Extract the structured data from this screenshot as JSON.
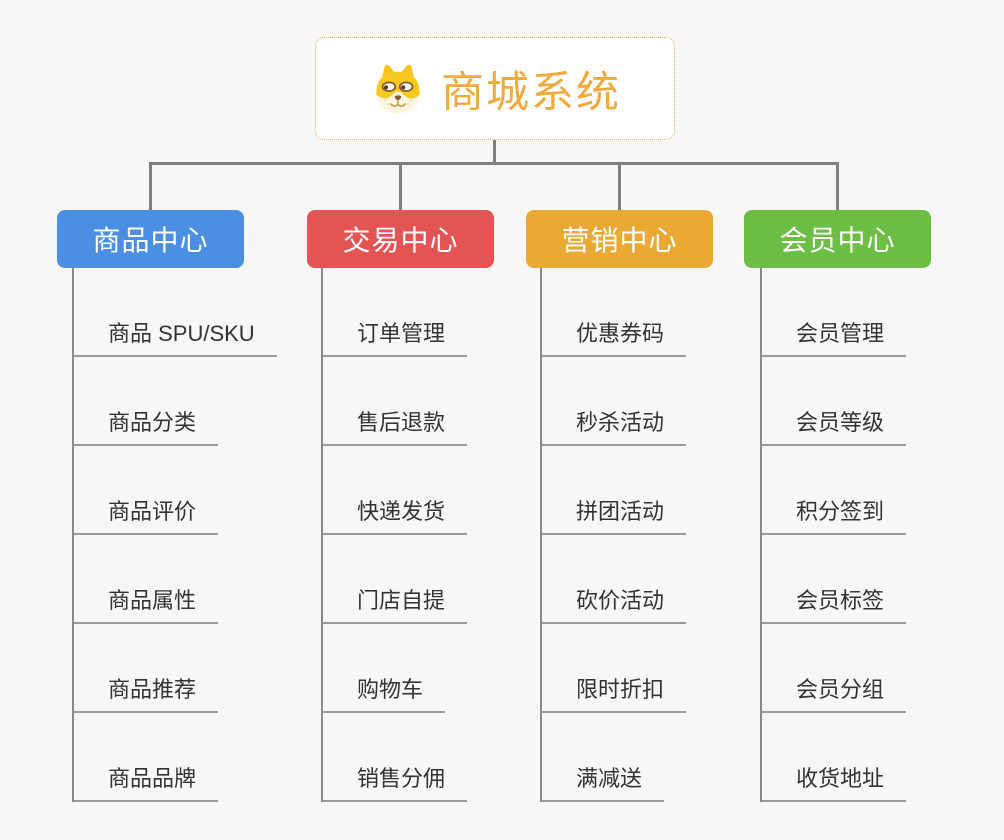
{
  "page": {
    "background_color": "#f7f7f7",
    "connector_color": "#7f7f7f",
    "underline_color": "#9a9a9a",
    "leaf_text_color": "#333333"
  },
  "root": {
    "title": "商城系统",
    "icon": "dog-face-icon",
    "text_color": "#f2a93d",
    "border_color": "#f0a94e",
    "background_color": "#ffffff"
  },
  "branches": [
    {
      "label": "商品中心",
      "color": "#4a8fe2",
      "children": [
        "商品 SPU/SKU",
        "商品分类",
        "商品评价",
        "商品属性",
        "商品推荐",
        "商品品牌"
      ]
    },
    {
      "label": "交易中心",
      "color": "#e25554",
      "children": [
        "订单管理",
        "售后退款",
        "快递发货",
        "门店自提",
        "购物车",
        "销售分佣"
      ]
    },
    {
      "label": "营销中心",
      "color": "#eaa935",
      "children": [
        "优惠券码",
        "秒杀活动",
        "拼团活动",
        "砍价活动",
        "限时折扣",
        "满减送"
      ]
    },
    {
      "label": "会员中心",
      "color": "#6cbe44",
      "children": [
        "会员管理",
        "会员等级",
        "积分签到",
        "会员标签",
        "会员分组",
        "收货地址"
      ]
    }
  ]
}
